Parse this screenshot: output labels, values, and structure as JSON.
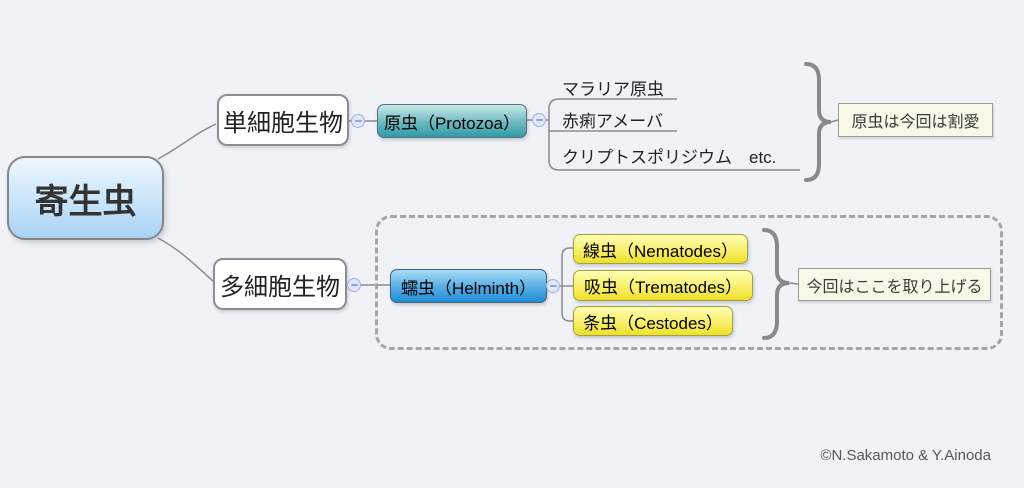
{
  "colors": {
    "background": "#f1f2f7",
    "root_gradient_top": "#eef7fe",
    "root_gradient_bottom": "#a9d4f5",
    "protozoa_gradient_top": "#c9e9ea",
    "protozoa_gradient_bottom": "#2e9aa8",
    "helminth_gradient_top": "#aadcf6",
    "helminth_gradient_bottom": "#1f8dd6",
    "worm_gradient_top": "#ffffb4",
    "worm_gradient_bottom": "#efe02a",
    "note_background": "#f8f8e6",
    "line": "#8a8a90"
  },
  "root": {
    "label": "寄生虫"
  },
  "level1": {
    "unicellular": "単細胞生物",
    "multicellular": "多細胞生物"
  },
  "protozoa": {
    "label": "原虫（Protozoa）",
    "examples": [
      "マラリア原虫",
      "赤痢アメーバ",
      "クリプトスポリジウム　etc."
    ],
    "note": "原虫は今回は割愛"
  },
  "helminth": {
    "label": "蠕虫（Helminth）",
    "types": [
      "線虫（Nematodes）",
      "吸虫（Trematodes）",
      "条虫（Cestodes）"
    ],
    "note": "今回はここを取り上げる"
  },
  "icons": {
    "collapse": "minus"
  },
  "footer": {
    "credit": "©N.Sakamoto & Y.Ainoda"
  }
}
